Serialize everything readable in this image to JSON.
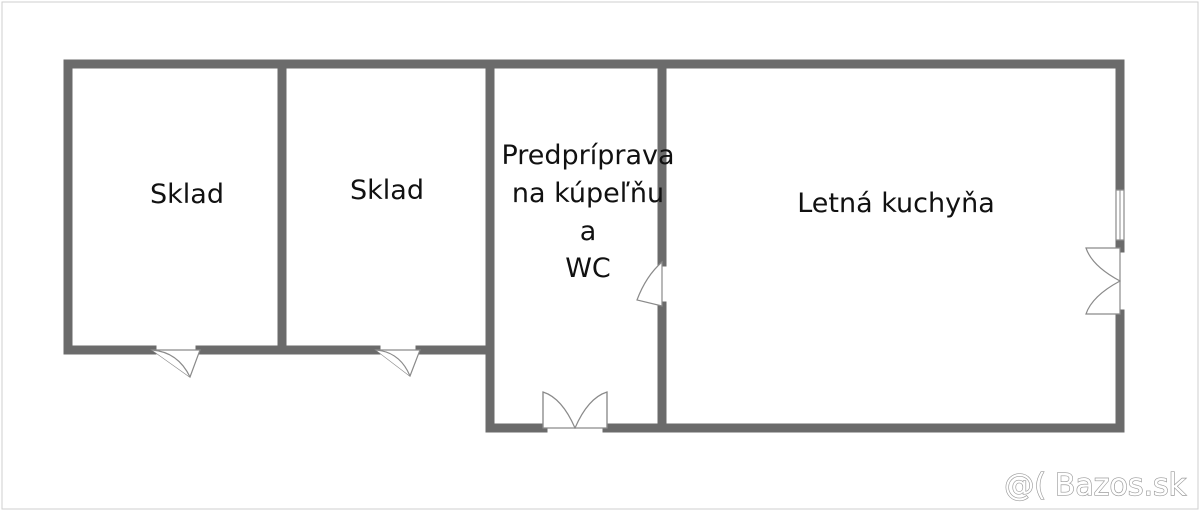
{
  "rooms": [
    {
      "id": "sklad-1",
      "lines": [
        "Sklad"
      ]
    },
    {
      "id": "sklad-2",
      "lines": [
        "Sklad"
      ]
    },
    {
      "id": "predpriprava",
      "lines": [
        "Predprípravа",
        "na kúpeľňu",
        "a",
        "WC"
      ]
    },
    {
      "id": "letna-kuchyna",
      "lines": [
        "Letná kuchyňa"
      ]
    }
  ],
  "watermark": "Bazos.sk",
  "colors": {
    "wall": "#6b6b6b",
    "background": "#ffffff",
    "label": "#111111"
  }
}
